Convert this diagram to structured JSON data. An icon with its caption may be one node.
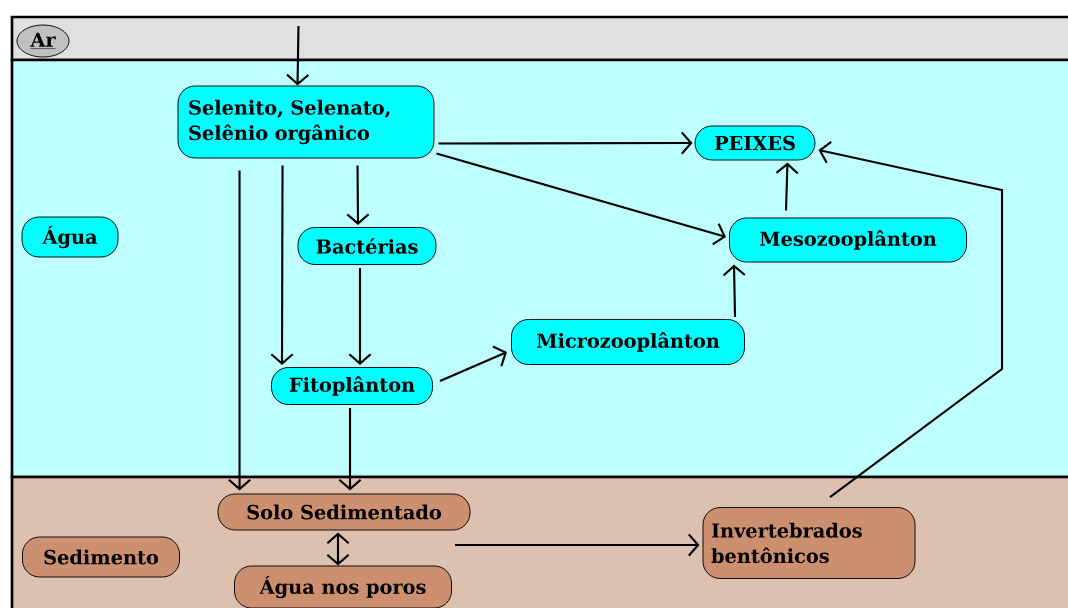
{
  "diagram": {
    "nodes": [
      {
        "text": [
          "Ar"
        ]
      },
      {
        "text": [
          "Selenito, Selenato, Selênio orgânico"
        ]
      },
      {
        "text": [
          "PEIXES"
        ]
      },
      {
        "text": [
          "Água"
        ]
      },
      {
        "text": [
          "Bactérias"
        ]
      },
      {
        "text": [
          "Mesozooplânton"
        ]
      },
      {
        "text": [
          "Microzooplânton"
        ]
      },
      {
        "text": [
          "Fitoplânton"
        ]
      },
      {
        "text": [
          "Solo Sedimentado"
        ]
      },
      {
        "text": [
          "Sedimento"
        ]
      },
      {
        "text": [
          "Invertebrados bentônicos"
        ]
      },
      {
        "text": [
          "Água nos poros"
        ]
      }
    ],
    "edges": [
      {
        "from": 0,
        "to": 1,
        "arrow": "to"
      },
      {
        "from": 1,
        "to": 2,
        "arrow": "to"
      },
      {
        "from": 1,
        "to": 5,
        "arrow": "to"
      },
      {
        "from": 1,
        "to": 4,
        "arrow": "to"
      },
      {
        "from": 1,
        "to": 7,
        "arrow": "to"
      },
      {
        "from": 1,
        "to": 8,
        "arrow": "to"
      },
      {
        "from": 4,
        "to": 7,
        "arrow": "to"
      },
      {
        "from": 7,
        "to": 6,
        "arrow": "to"
      },
      {
        "from": 6,
        "to": 5,
        "arrow": "to"
      },
      {
        "from": 5,
        "to": 2,
        "arrow": "to"
      },
      {
        "from": 7,
        "to": 8,
        "arrow": "to"
      },
      {
        "from": 8,
        "to": 11,
        "arrow": "both"
      },
      {
        "from": null,
        "to": 10,
        "arrow": "to"
      },
      {
        "from": 10,
        "to": 2,
        "arrow": "to"
      }
    ]
  }
}
